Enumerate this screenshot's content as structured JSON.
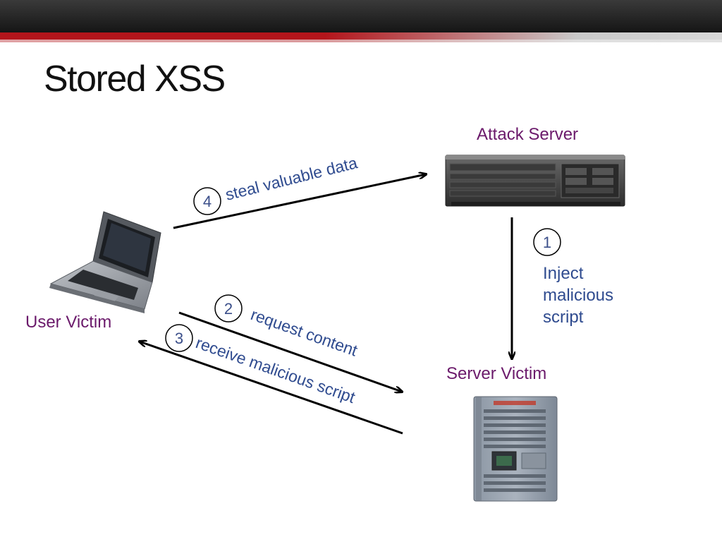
{
  "slide": {
    "title": "Stored XSS"
  },
  "nodes": {
    "attack_server": "Attack Server",
    "server_victim": "Server Victim",
    "user_victim": "User Victim"
  },
  "steps": [
    {
      "num": "1",
      "lines": [
        "Inject",
        "malicious",
        "script"
      ]
    },
    {
      "num": "2",
      "label": "request content"
    },
    {
      "num": "3",
      "label": "receive malicious script"
    },
    {
      "num": "4",
      "label": "steal valuable data"
    }
  ],
  "colors": {
    "accent_red": "#b3151b",
    "node_label": "#6b1a6b",
    "step_label": "#2f4b8f"
  }
}
